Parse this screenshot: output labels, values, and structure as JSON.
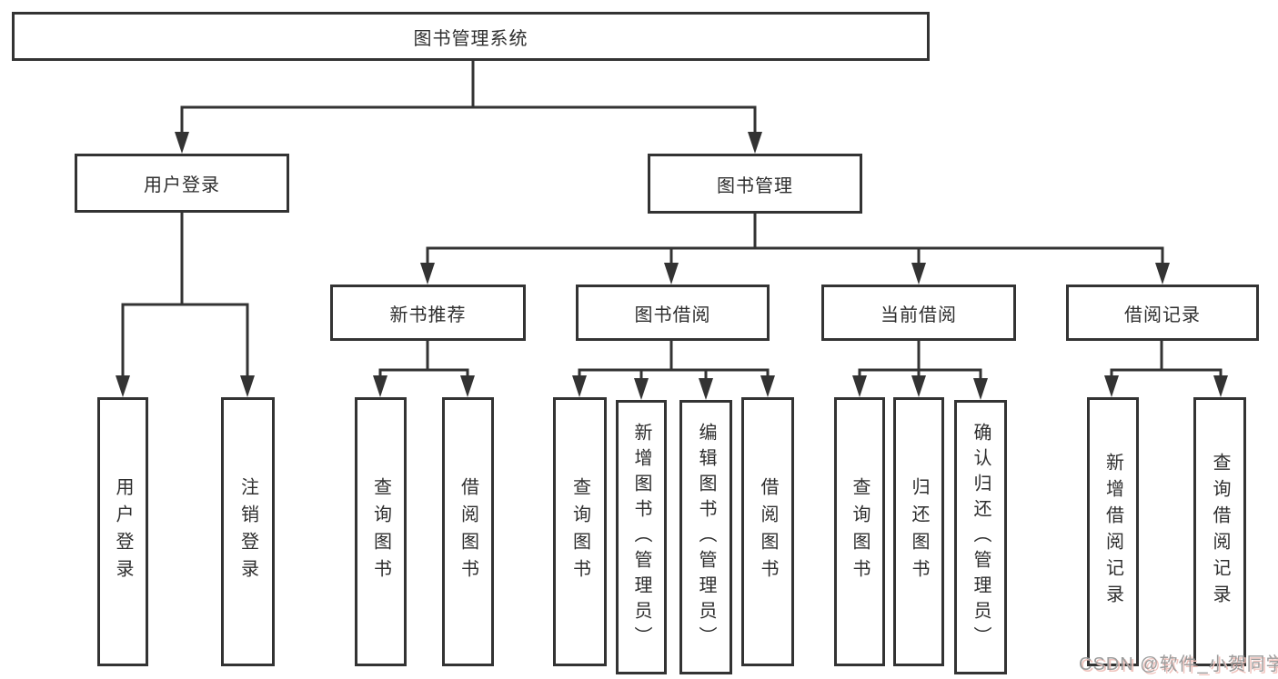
{
  "diagram": {
    "nodes": {
      "root": {
        "label": "图书管理系统"
      },
      "user_login": {
        "label": "用户登录"
      },
      "book_mgmt": {
        "label": "图书管理"
      },
      "new_book_rec": {
        "label": "新书推荐"
      },
      "book_borrow": {
        "label": "图书借阅"
      },
      "current_borrow": {
        "label": "当前借阅"
      },
      "borrow_record": {
        "label": "借阅记录"
      },
      "leaf_user_login": {
        "label": "用户登录"
      },
      "leaf_logout": {
        "label": "注销登录"
      },
      "leaf_query_book_1": {
        "label": "查询图书"
      },
      "leaf_borrow_book_1": {
        "label": "借阅图书"
      },
      "leaf_query_book_2": {
        "label": "查询图书"
      },
      "leaf_add_book_admin": {
        "label": "新增图书（管理员）"
      },
      "leaf_edit_book_admin": {
        "label": "编辑图书（管理员）"
      },
      "leaf_borrow_book_2": {
        "label": "借阅图书"
      },
      "leaf_query_book_3": {
        "label": "查询图书"
      },
      "leaf_return_book": {
        "label": "归还图书"
      },
      "leaf_confirm_return_admin": {
        "label": "确认归还（管理员）"
      },
      "leaf_add_borrow_record": {
        "label": "新增借阅记录"
      },
      "leaf_query_borrow_record": {
        "label": "查询借阅记录"
      }
    },
    "hierarchy": {
      "图书管理系统": [
        "用户登录",
        "图书管理"
      ],
      "用户登录": [
        "用户登录",
        "注销登录"
      ],
      "图书管理": [
        "新书推荐",
        "图书借阅",
        "当前借阅",
        "借阅记录"
      ],
      "新书推荐": [
        "查询图书",
        "借阅图书"
      ],
      "图书借阅": [
        "查询图书",
        "新增图书（管理员）",
        "编辑图书（管理员）",
        "借阅图书"
      ],
      "当前借阅": [
        "查询图书",
        "归还图书",
        "确认归还（管理员）"
      ],
      "借阅记录": [
        "新增借阅记录",
        "查询借阅记录"
      ]
    },
    "colors": {
      "line": "#333333",
      "box_border": "#333333",
      "box_fill": "#ffffff",
      "text": "#2e2e2e",
      "background": "#ffffff",
      "watermark_gray": "#9c9c9c",
      "watermark_red": "#f0c4be"
    }
  },
  "watermark": {
    "text": "CSDN @软件_小贺同学"
  }
}
